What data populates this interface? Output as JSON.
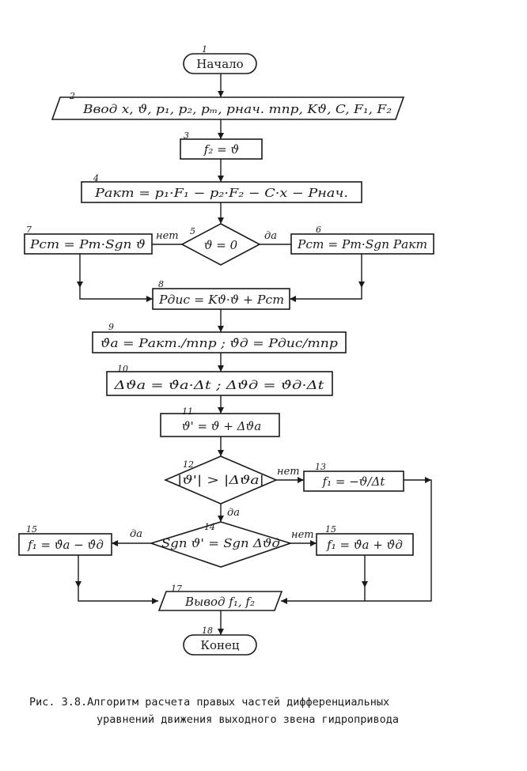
{
  "blocks": {
    "b1": {
      "num": "1",
      "text": "Начало"
    },
    "b2": {
      "num": "2",
      "text": "Ввод   x, ϑ, p₁, p₂, pₘ, pнач. mпр, Kϑ, C, F₁, F₂"
    },
    "b3": {
      "num": "3",
      "text": "f₂ = ϑ"
    },
    "b4": {
      "num": "4",
      "text": "Pакт = p₁·F₁ − p₂·F₂ − C·x − Pнач."
    },
    "b5": {
      "num": "5",
      "text": "ϑ = 0"
    },
    "b6": {
      "num": "6",
      "text": "Pст = Pm·Sgn Pакт"
    },
    "b7": {
      "num": "7",
      "text": "Pст = Pm·Sgn ϑ"
    },
    "b8": {
      "num": "8",
      "text": "Pдис = Kϑ·ϑ + Pст"
    },
    "b9": {
      "num": "9",
      "text": "ϑ̇а = Pакт./mпр ;  ϑ̇д = Pдис/mпр"
    },
    "b10": {
      "num": "10",
      "text": "Δϑа = ϑ̇а·Δt ;  Δϑд = ϑ̇д·Δt"
    },
    "b11": {
      "num": "11",
      "text": "ϑ' = ϑ + Δϑа"
    },
    "b12": {
      "num": "12",
      "text": "|ϑ'| > |Δϑа|"
    },
    "b13": {
      "num": "13",
      "text": "f₁ = −ϑ/Δt"
    },
    "b14": {
      "num": "14",
      "text": "Sgn ϑ' = Sgn Δϑд"
    },
    "b15l": {
      "num": "15",
      "text": "f₁ = ϑ̇а − ϑ̇д"
    },
    "b15r": {
      "num": "15",
      "text": "f₁ = ϑ̇а + ϑ̇д"
    },
    "b17": {
      "num": "17",
      "text": "Вывод   f₁, f₂"
    },
    "b18": {
      "num": "18",
      "text": "Конец"
    }
  },
  "labels": {
    "no": "нет",
    "yes": "да"
  },
  "caption": {
    "line1": "Рис. 3.8.Алгоритм расчета правых частей дифференциальных",
    "line2": "уравнений движения выходного звена гидропривода"
  }
}
